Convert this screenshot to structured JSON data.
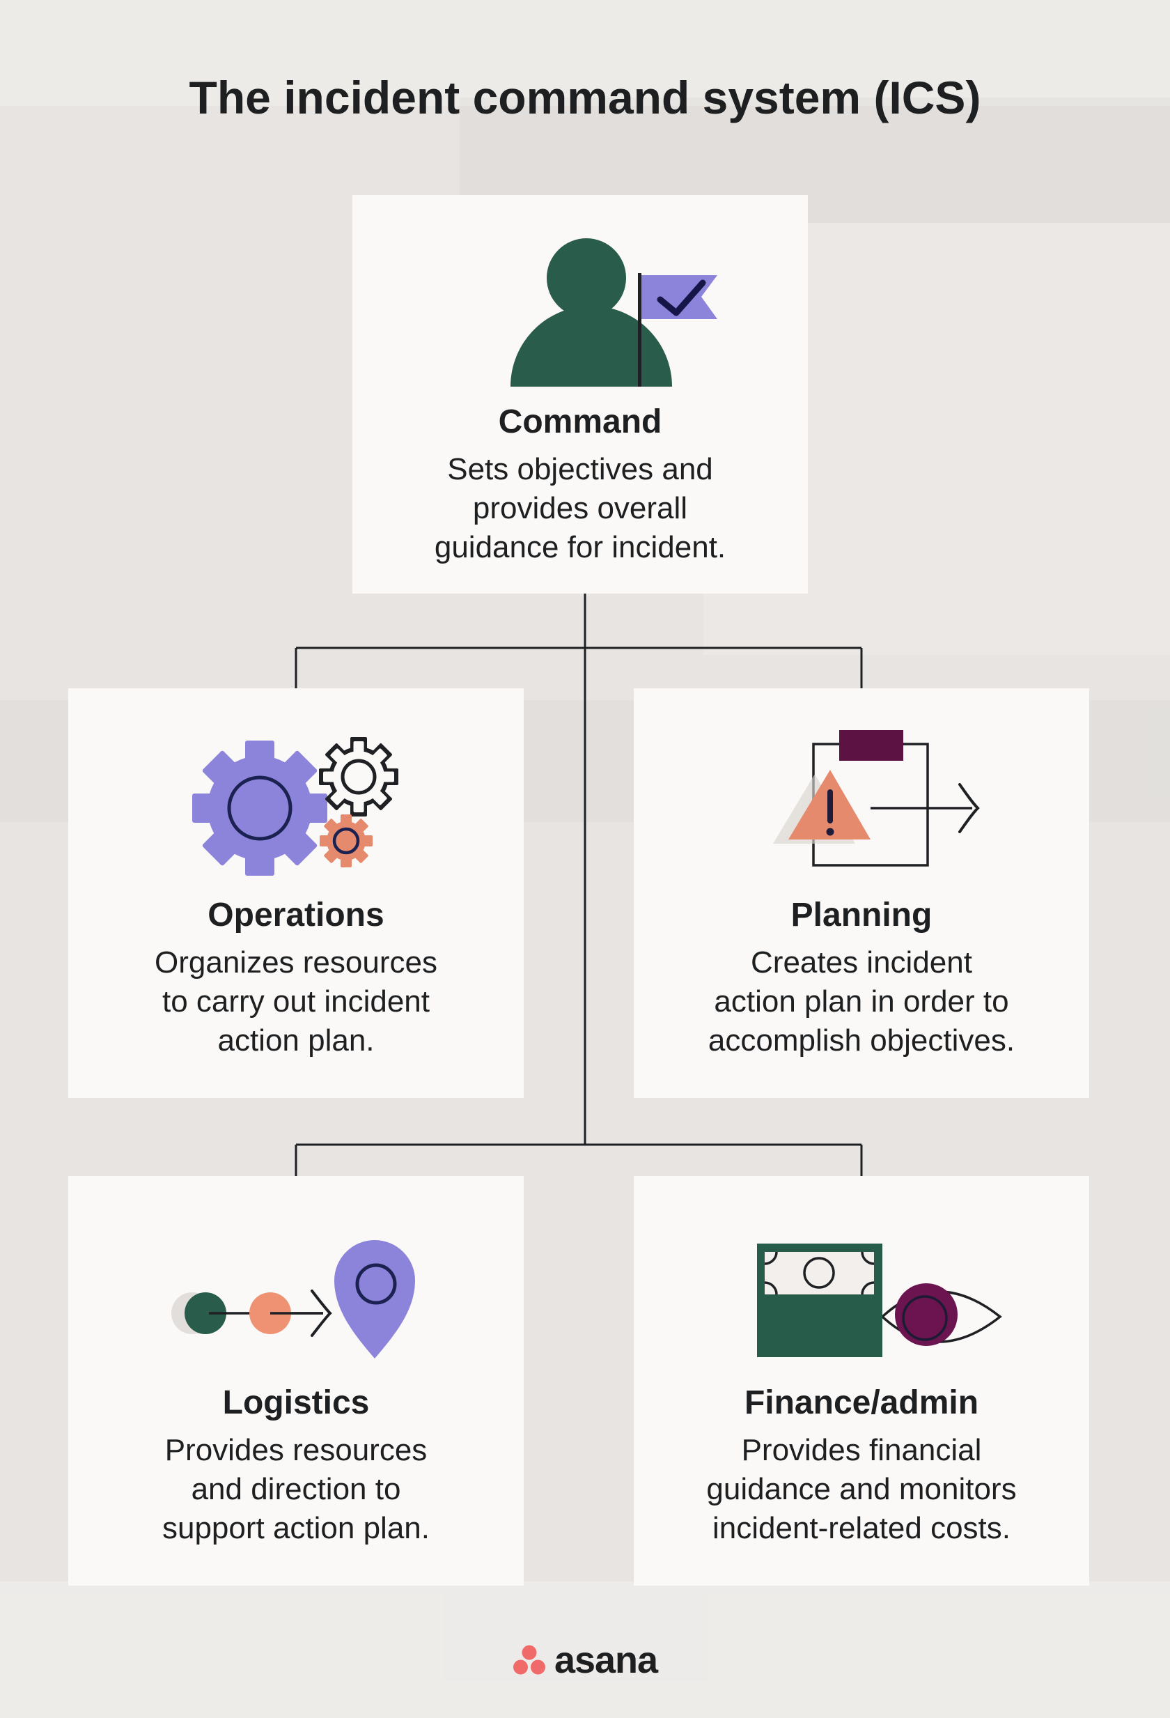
{
  "title": "The incident command system (ICS)",
  "nodes": {
    "command": {
      "label": "Command",
      "description": "Sets objectives and\nprovides overall\nguidance for incident.",
      "icon": "person-flag-icon"
    },
    "operations": {
      "label": "Operations",
      "description": "Organizes resources\nto carry out incident\naction plan.",
      "icon": "gears-icon"
    },
    "planning": {
      "label": "Planning",
      "description": "Creates incident\naction plan in order to\naccomplish objectives.",
      "icon": "alert-plan-arrow-icon"
    },
    "logistics": {
      "label": "Logistics",
      "description": "Provides resources\nand direction to\nsupport action plan.",
      "icon": "route-pin-icon"
    },
    "finance": {
      "label": "Finance/admin",
      "description": "Provides financial\nguidance and monitors\nincident-related costs.",
      "icon": "money-eye-icon"
    }
  },
  "footer": {
    "brand": "asana",
    "logo_icon": "asana-logo-icon"
  },
  "colors": {
    "background": "#e7e4e1",
    "band": "#edebe8",
    "card": "#fbf9f7",
    "text": "#1e1f21",
    "line": "#1f2023",
    "green": "#2a5c4c",
    "purple": "#8c84da",
    "salmon": "#e58a6d",
    "plum": "#5c1243",
    "navy": "#1b2150",
    "coral": "#f06a6a",
    "note": "#f2efec"
  }
}
